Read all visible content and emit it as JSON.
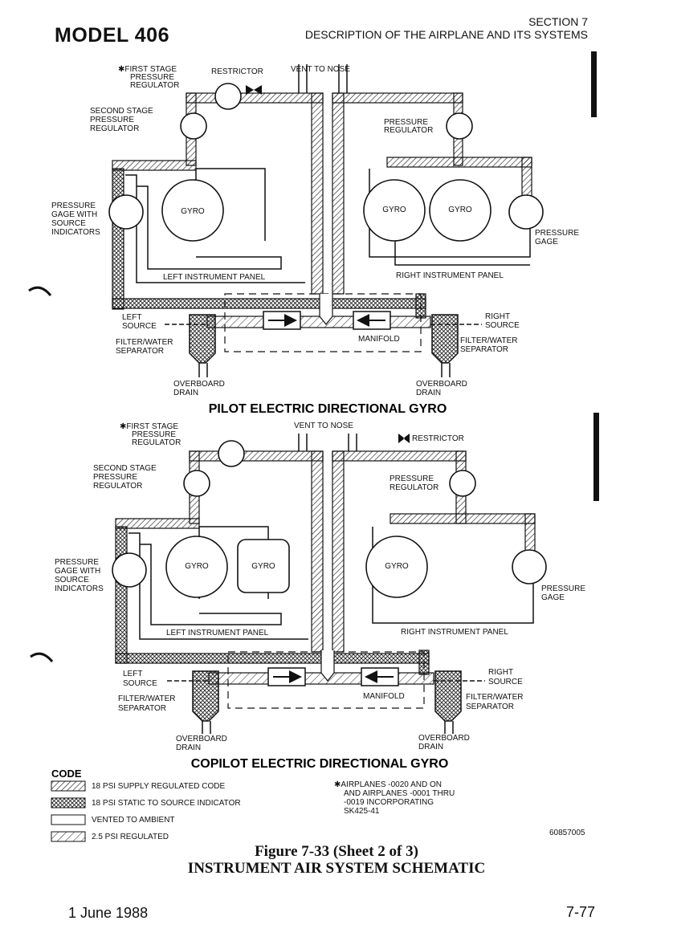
{
  "header": {
    "model": "MODEL 406",
    "section": "SECTION 7",
    "section_title": "DESCRIPTION OF THE AIRPLANE AND ITS SYSTEMS"
  },
  "pilot": {
    "title": "PILOT ELECTRIC DIRECTIONAL GYRO",
    "first_stage": [
      "✱FIRST STAGE",
      "PRESSURE",
      "REGULATOR"
    ],
    "restrictor": "RESTRICTOR",
    "vent_to_nose": "VENT TO NOSE",
    "second_stage": [
      "SECOND STAGE",
      "PRESSURE",
      "REGULATOR"
    ],
    "pressure_regulator": [
      "PRESSURE",
      "REGULATOR"
    ],
    "pressure_gage_src": [
      "PRESSURE",
      "GAGE WITH",
      "SOURCE",
      "INDICATORS"
    ],
    "gyro_left": "GYRO",
    "gyro_right_1": "GYRO",
    "gyro_right_2": "GYRO",
    "pressure_gage": [
      "PRESSURE",
      "GAGE"
    ],
    "left_panel": "LEFT INSTRUMENT PANEL",
    "right_panel": "RIGHT INSTRUMENT PANEL",
    "left_source": [
      "LEFT",
      "SOURCE"
    ],
    "right_source": [
      "RIGHT",
      "SOURCE"
    ],
    "filter_left": [
      "FILTER/WATER",
      "SEPARATOR"
    ],
    "filter_right": [
      "FILTER/WATER",
      "SEPARATOR"
    ],
    "manifold": "MANIFOLD",
    "overboard_left": [
      "OVERBOARD",
      "DRAIN"
    ],
    "overboard_right": [
      "OVERBOARD",
      "DRAIN"
    ]
  },
  "copilot": {
    "title": "COPILOT ELECTRIC DIRECTIONAL GYRO",
    "first_stage": [
      "✱FIRST STAGE",
      "PRESSURE",
      "REGULATOR"
    ],
    "vent_to_nose": "VENT TO NOSE",
    "restrictor": "RESTRICTOR",
    "second_stage": [
      "SECOND STAGE",
      "PRESSURE",
      "REGULATOR"
    ],
    "pressure_regulator": [
      "PRESSURE",
      "REGULATOR"
    ],
    "pressure_gage_src": [
      "PRESSURE",
      "GAGE WITH",
      "SOURCE",
      "INDICATORS"
    ],
    "gyro_left_1": "GYRO",
    "gyro_left_2": "GYRO",
    "gyro_right": "GYRO",
    "pressure_gage": [
      "PRESSURE",
      "GAGE"
    ],
    "left_panel": "LEFT INSTRUMENT PANEL",
    "right_panel": "RIGHT INSTRUMENT PANEL",
    "left_source": [
      "LEFT",
      "SOURCE"
    ],
    "right_source": [
      "RIGHT",
      "SOURCE"
    ],
    "filter_left": [
      "FILTER/WATER",
      "SEPARATOR"
    ],
    "filter_right": [
      "FILTER/WATER",
      "SEPARATOR"
    ],
    "manifold": "MANIFOLD",
    "overboard_left": [
      "OVERBOARD",
      "DRAIN"
    ],
    "overboard_right": [
      "OVERBOARD",
      "DRAIN"
    ]
  },
  "legend": {
    "title": "CODE",
    "items": [
      "18 PSI SUPPLY REGULATED CODE",
      "18 PSI STATIC TO SOURCE INDICATOR",
      "VENTED TO AMBIENT",
      "2.5 PSI REGULATED"
    ],
    "note": [
      "✱AIRPLANES -0020 AND ON",
      "AND AIRPLANES -0001 THRU",
      "-0019 INCORPORATING",
      "SK425-41"
    ],
    "drawing_number": "60857005"
  },
  "figure": {
    "caption": "Figure 7-33 (Sheet 2 of 3)",
    "title": "INSTRUMENT AIR SYSTEM SCHEMATIC"
  },
  "footer": {
    "date": "1 June 1988",
    "page": "7-77"
  }
}
